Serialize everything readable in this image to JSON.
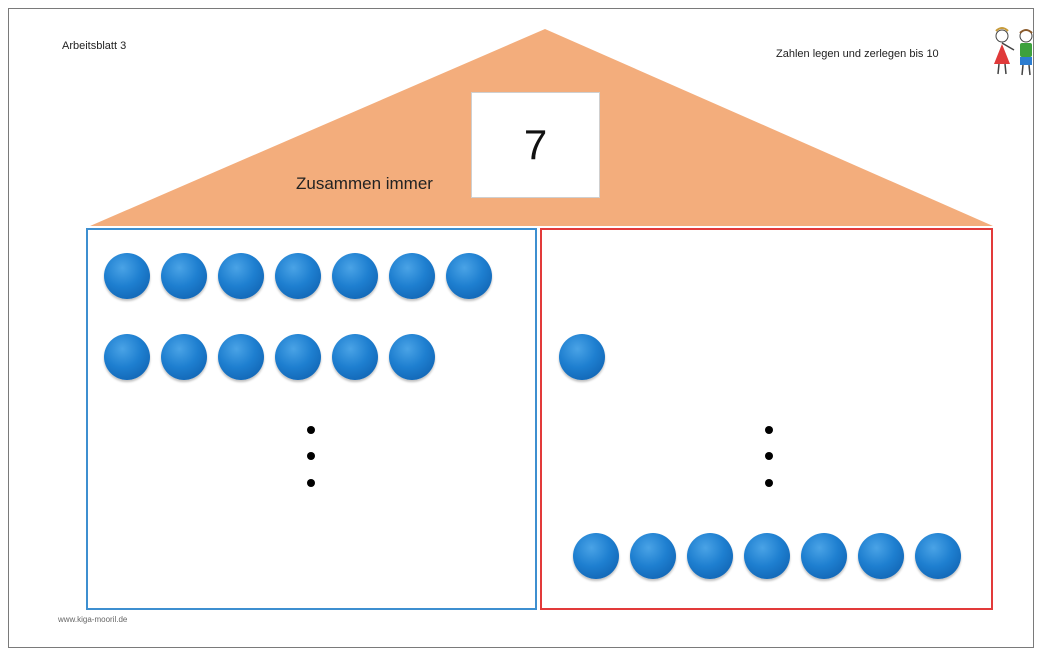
{
  "worksheet": {
    "title": "Arbeitsblatt 3",
    "topic": "Zahlen legen und zerlegen bis 10",
    "footer_url": "www.kiga-mooril.de",
    "icon": "children-icon"
  },
  "house": {
    "roof_color": "#f3ad7c",
    "left_room_border": "#3d8fd0",
    "right_room_border": "#e23a3a",
    "label": "Zusammen immer",
    "total": "7"
  },
  "rows": {
    "left": [
      7,
      6
    ],
    "right": [
      1,
      7
    ],
    "dot_color": "#1e7fd0"
  }
}
